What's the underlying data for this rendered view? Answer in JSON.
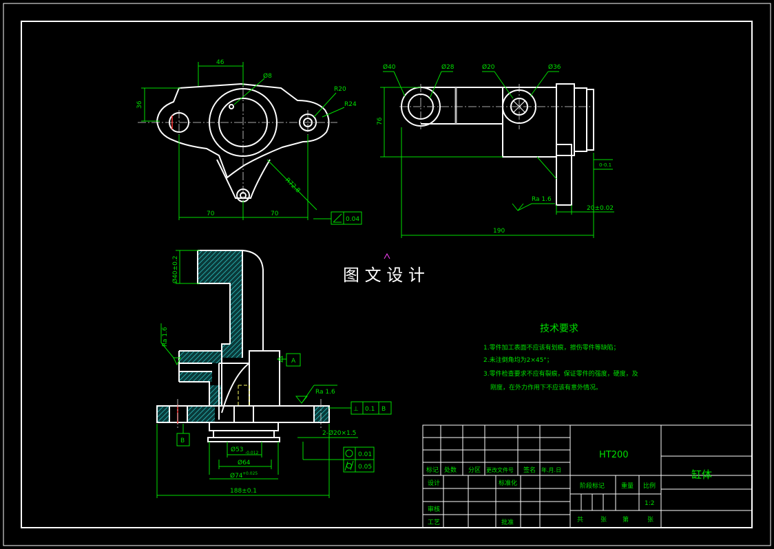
{
  "top_view": {
    "dims": {
      "d46": "46",
      "d36": "36",
      "phi8": "Ø8",
      "r20": "R20",
      "r24": "R24",
      "d70_left": "70",
      "d70_right": "70",
      "r72": "R72.8",
      "angularity": "0.04"
    }
  },
  "side_view": {
    "dims": {
      "phi40": "Ø40",
      "phi28": "Ø28",
      "phi20": "Ø20",
      "phi36": "Ø36",
      "d76": "76",
      "d190": "190",
      "ra": "Ra 1.6",
      "d20": "20±0.02",
      "tol_small": "0-0.1"
    }
  },
  "section_view": {
    "dims": {
      "phi40": "Ø40±0.2",
      "ra_left": "Ra 1.6",
      "ra_right": "Ra 1.6",
      "datum_a": "A",
      "datum_b": "B",
      "perp_symbol": "⊥",
      "perp_value": "0.1",
      "perp_datum": "B",
      "thread": "2-Ø20×1.5",
      "phi53": "Ø53",
      "phi53_tol": "-0.012",
      "phi64": "Ø64",
      "phi74": "Ø74",
      "phi74_tol": "+0.025",
      "d188": "188±0.1",
      "circularity": "0.01",
      "cylindricity": "0.05"
    }
  },
  "watermark": "图 文 设 计",
  "tech_req": {
    "title": "技术要求",
    "items": [
      "1.零件加工表面不应该有划痕，擦伤零件等缺陷；",
      "2.未注倒角均为2×45°；",
      "3.零件检查要求不应有裂痕，保证零件的强度，硬度，及",
      "刚度，在外力作用下不应该有意外情况。"
    ]
  },
  "title_block": {
    "material": "HT200",
    "part_name": "缸体",
    "scale_label": "比例",
    "scale": "1:2",
    "stage_mark": "阶段标记",
    "weight": "重量",
    "rev_headers": [
      "标记",
      "处数",
      "分区",
      "更改文件号",
      "签名",
      "年.月.日"
    ],
    "sign_rows": [
      "设计",
      "审核",
      "工艺"
    ],
    "standardized": "标准化",
    "approve": "批准",
    "sheet_total": "共",
    "sheet_unit1": "张",
    "sheet_no": "第",
    "sheet_unit2": "张"
  },
  "colors": {
    "background": "#000000",
    "outline": "#ffffff",
    "dimension": "#00e000",
    "hatch": "#00cccc",
    "marker": "#ff44ff"
  }
}
